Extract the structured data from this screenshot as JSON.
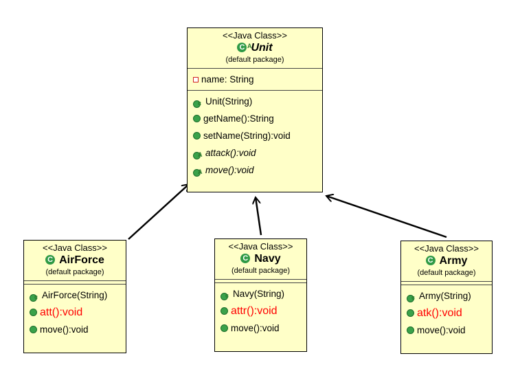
{
  "classes": {
    "unit": {
      "stereotype": "<<Java Class>>",
      "name": "Unit",
      "package": "(default package)",
      "attributes": [
        "name: String"
      ],
      "methods": [
        "Unit(String)",
        "getName():String",
        "setName(String):void",
        "attack():void",
        "move():void"
      ]
    },
    "airforce": {
      "stereotype": "<<Java Class>>",
      "name": "AirForce",
      "package": "(default package)",
      "methods": [
        "AirForce(String)",
        "att():void",
        "move():void"
      ]
    },
    "navy": {
      "stereotype": "<<Java Class>>",
      "name": "Navy",
      "package": "(default package)",
      "methods": [
        "Navy(String)",
        "attr():void",
        "move():void"
      ]
    },
    "army": {
      "stereotype": "<<Java Class>>",
      "name": "Army",
      "package": "(default package)",
      "methods": [
        "Army(String)",
        "atk():void",
        "move():void"
      ]
    }
  },
  "icons": {
    "class_letter": "C",
    "abstract_marker": "A",
    "constructor_marker": "c"
  },
  "colors": {
    "box_fill": "#ffffc8",
    "highlight_text": "#ff0000",
    "public_method": "#3aa24a",
    "private_field": "#d02020"
  }
}
